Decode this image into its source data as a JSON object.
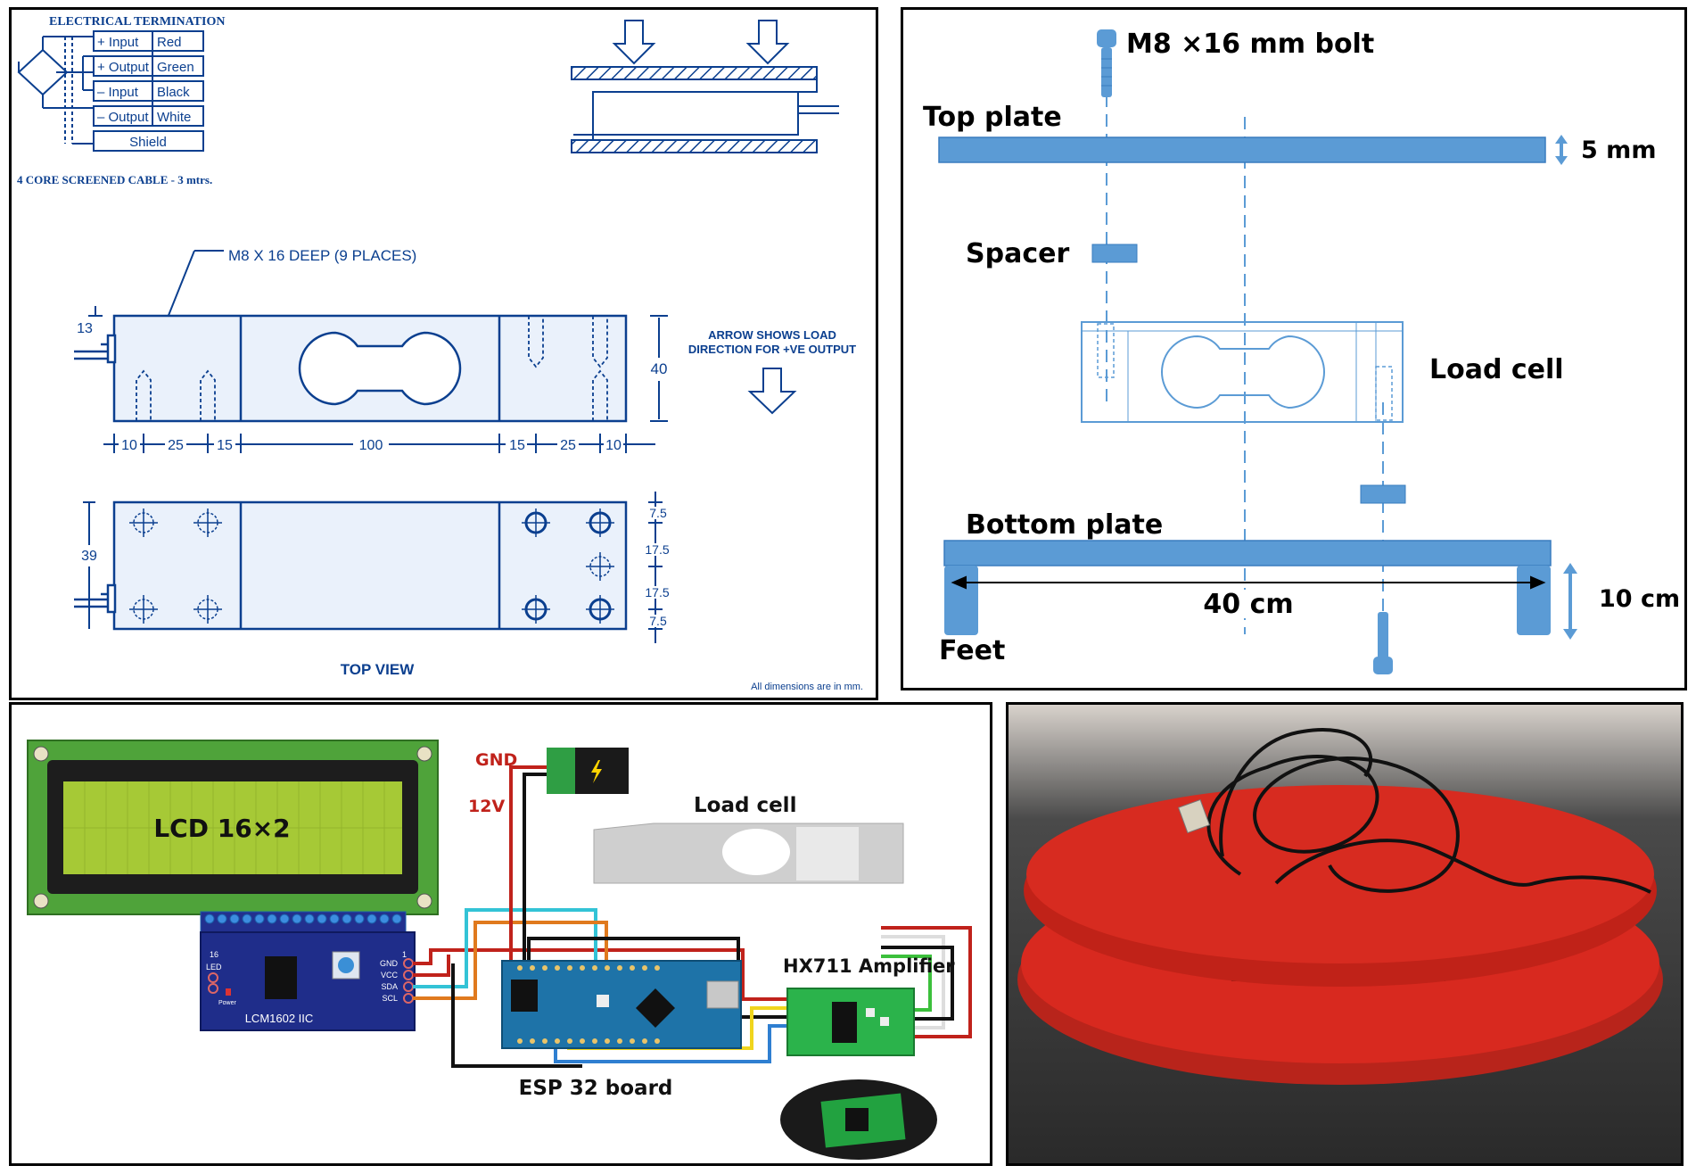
{
  "colors": {
    "spec_blue": "#0b3f8f",
    "spec_fill": "#eaf1fb",
    "plate_blue": "#5b9bd5",
    "red_disc": "#d8291f",
    "lcd_green": "#a6c936",
    "board_green": "#2bb34b",
    "esp_blue": "#1e73a8"
  },
  "spec_sheet": {
    "title": "ELECTRICAL TERMINATION",
    "wiring_table": [
      {
        "signal": "+ Input",
        "color": "Red"
      },
      {
        "signal": "+ Output",
        "color": "Green"
      },
      {
        "signal": "– Input",
        "color": "Black"
      },
      {
        "signal": "– Output",
        "color": "White"
      }
    ],
    "shield_label": "Shield",
    "cable_note": "4 CORE SCREENED CABLE - 3 mtrs.",
    "thread_note": "M8 X 16 DEEP (9 PLACES)",
    "dim_13": "13",
    "dim_40": "40",
    "dims_bottom": [
      "10",
      "25",
      "15",
      "100",
      "15",
      "25",
      "10"
    ],
    "dim_39": "39",
    "dims_right": [
      "7.5",
      "17.5",
      "17.5",
      "7.5"
    ],
    "arrow_note_line1": "ARROW SHOWS LOAD",
    "arrow_note_line2": "DIRECTION FOR +VE OUTPUT",
    "top_view_label": "TOP VIEW",
    "units_note": "All dimensions are in mm."
  },
  "assembly": {
    "bolt_label": "M8 ×16 mm bolt",
    "top_plate_label": "Top plate",
    "thickness_label": "5 mm",
    "spacer_label": "Spacer",
    "load_cell_label": "Load cell",
    "bottom_plate_label": "Bottom plate",
    "width_label": "40 cm",
    "height_label": "10 cm",
    "feet_label": "Feet"
  },
  "circuit": {
    "lcd_label": "LCD 16×2",
    "i2c_module_label": "LCM1602 IIC",
    "i2c_pins": [
      "GND",
      "VCC",
      "SDA",
      "SCL"
    ],
    "led_label": "LED",
    "power_label": "Power",
    "pin_16": "16",
    "pin_1": "1",
    "gnd_label": "GND",
    "v12_label": "12V",
    "load_cell_label": "Load cell",
    "hx711_label": "HX711 Amplifier",
    "esp_label": "ESP 32 board"
  }
}
